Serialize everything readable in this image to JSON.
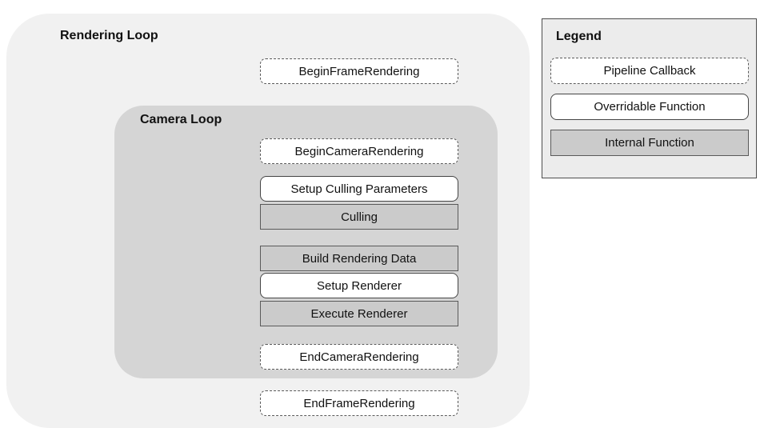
{
  "diagram": {
    "rendering_loop_title": "Rendering Loop",
    "camera_loop_title": "Camera Loop"
  },
  "nodes": [
    {
      "label": "BeginFrameRendering",
      "type": "pipeline-callback",
      "container": "rendering-loop"
    },
    {
      "label": "BeginCameraRendering",
      "type": "pipeline-callback",
      "container": "camera-loop"
    },
    {
      "label": "Setup Culling Parameters",
      "type": "overridable-function",
      "container": "camera-loop"
    },
    {
      "label": "Culling",
      "type": "internal-function",
      "container": "camera-loop"
    },
    {
      "label": "Build Rendering Data",
      "type": "internal-function",
      "container": "camera-loop"
    },
    {
      "label": "Setup Renderer",
      "type": "overridable-function",
      "container": "camera-loop"
    },
    {
      "label": "Execute Renderer",
      "type": "internal-function",
      "container": "camera-loop"
    },
    {
      "label": "EndCameraRendering",
      "type": "pipeline-callback",
      "container": "camera-loop"
    },
    {
      "label": "EndFrameRendering",
      "type": "pipeline-callback",
      "container": "rendering-loop"
    }
  ],
  "legend": {
    "title": "Legend",
    "items": [
      {
        "label": "Pipeline Callback",
        "type": "pipeline-callback"
      },
      {
        "label": "Overridable Function",
        "type": "overridable-function"
      },
      {
        "label": "Internal Function",
        "type": "internal-function"
      }
    ]
  },
  "colors": {
    "rendering_loop_bg": "#f1f1f1",
    "camera_loop_bg": "#d5d5d5",
    "internal_function_fill": "#cbcbcb",
    "solid_border": "#454545",
    "dashed_border": "#5a5a5a",
    "legend_bg": "#ececec",
    "legend_border": "#4d4d4d",
    "text": "#111111"
  }
}
